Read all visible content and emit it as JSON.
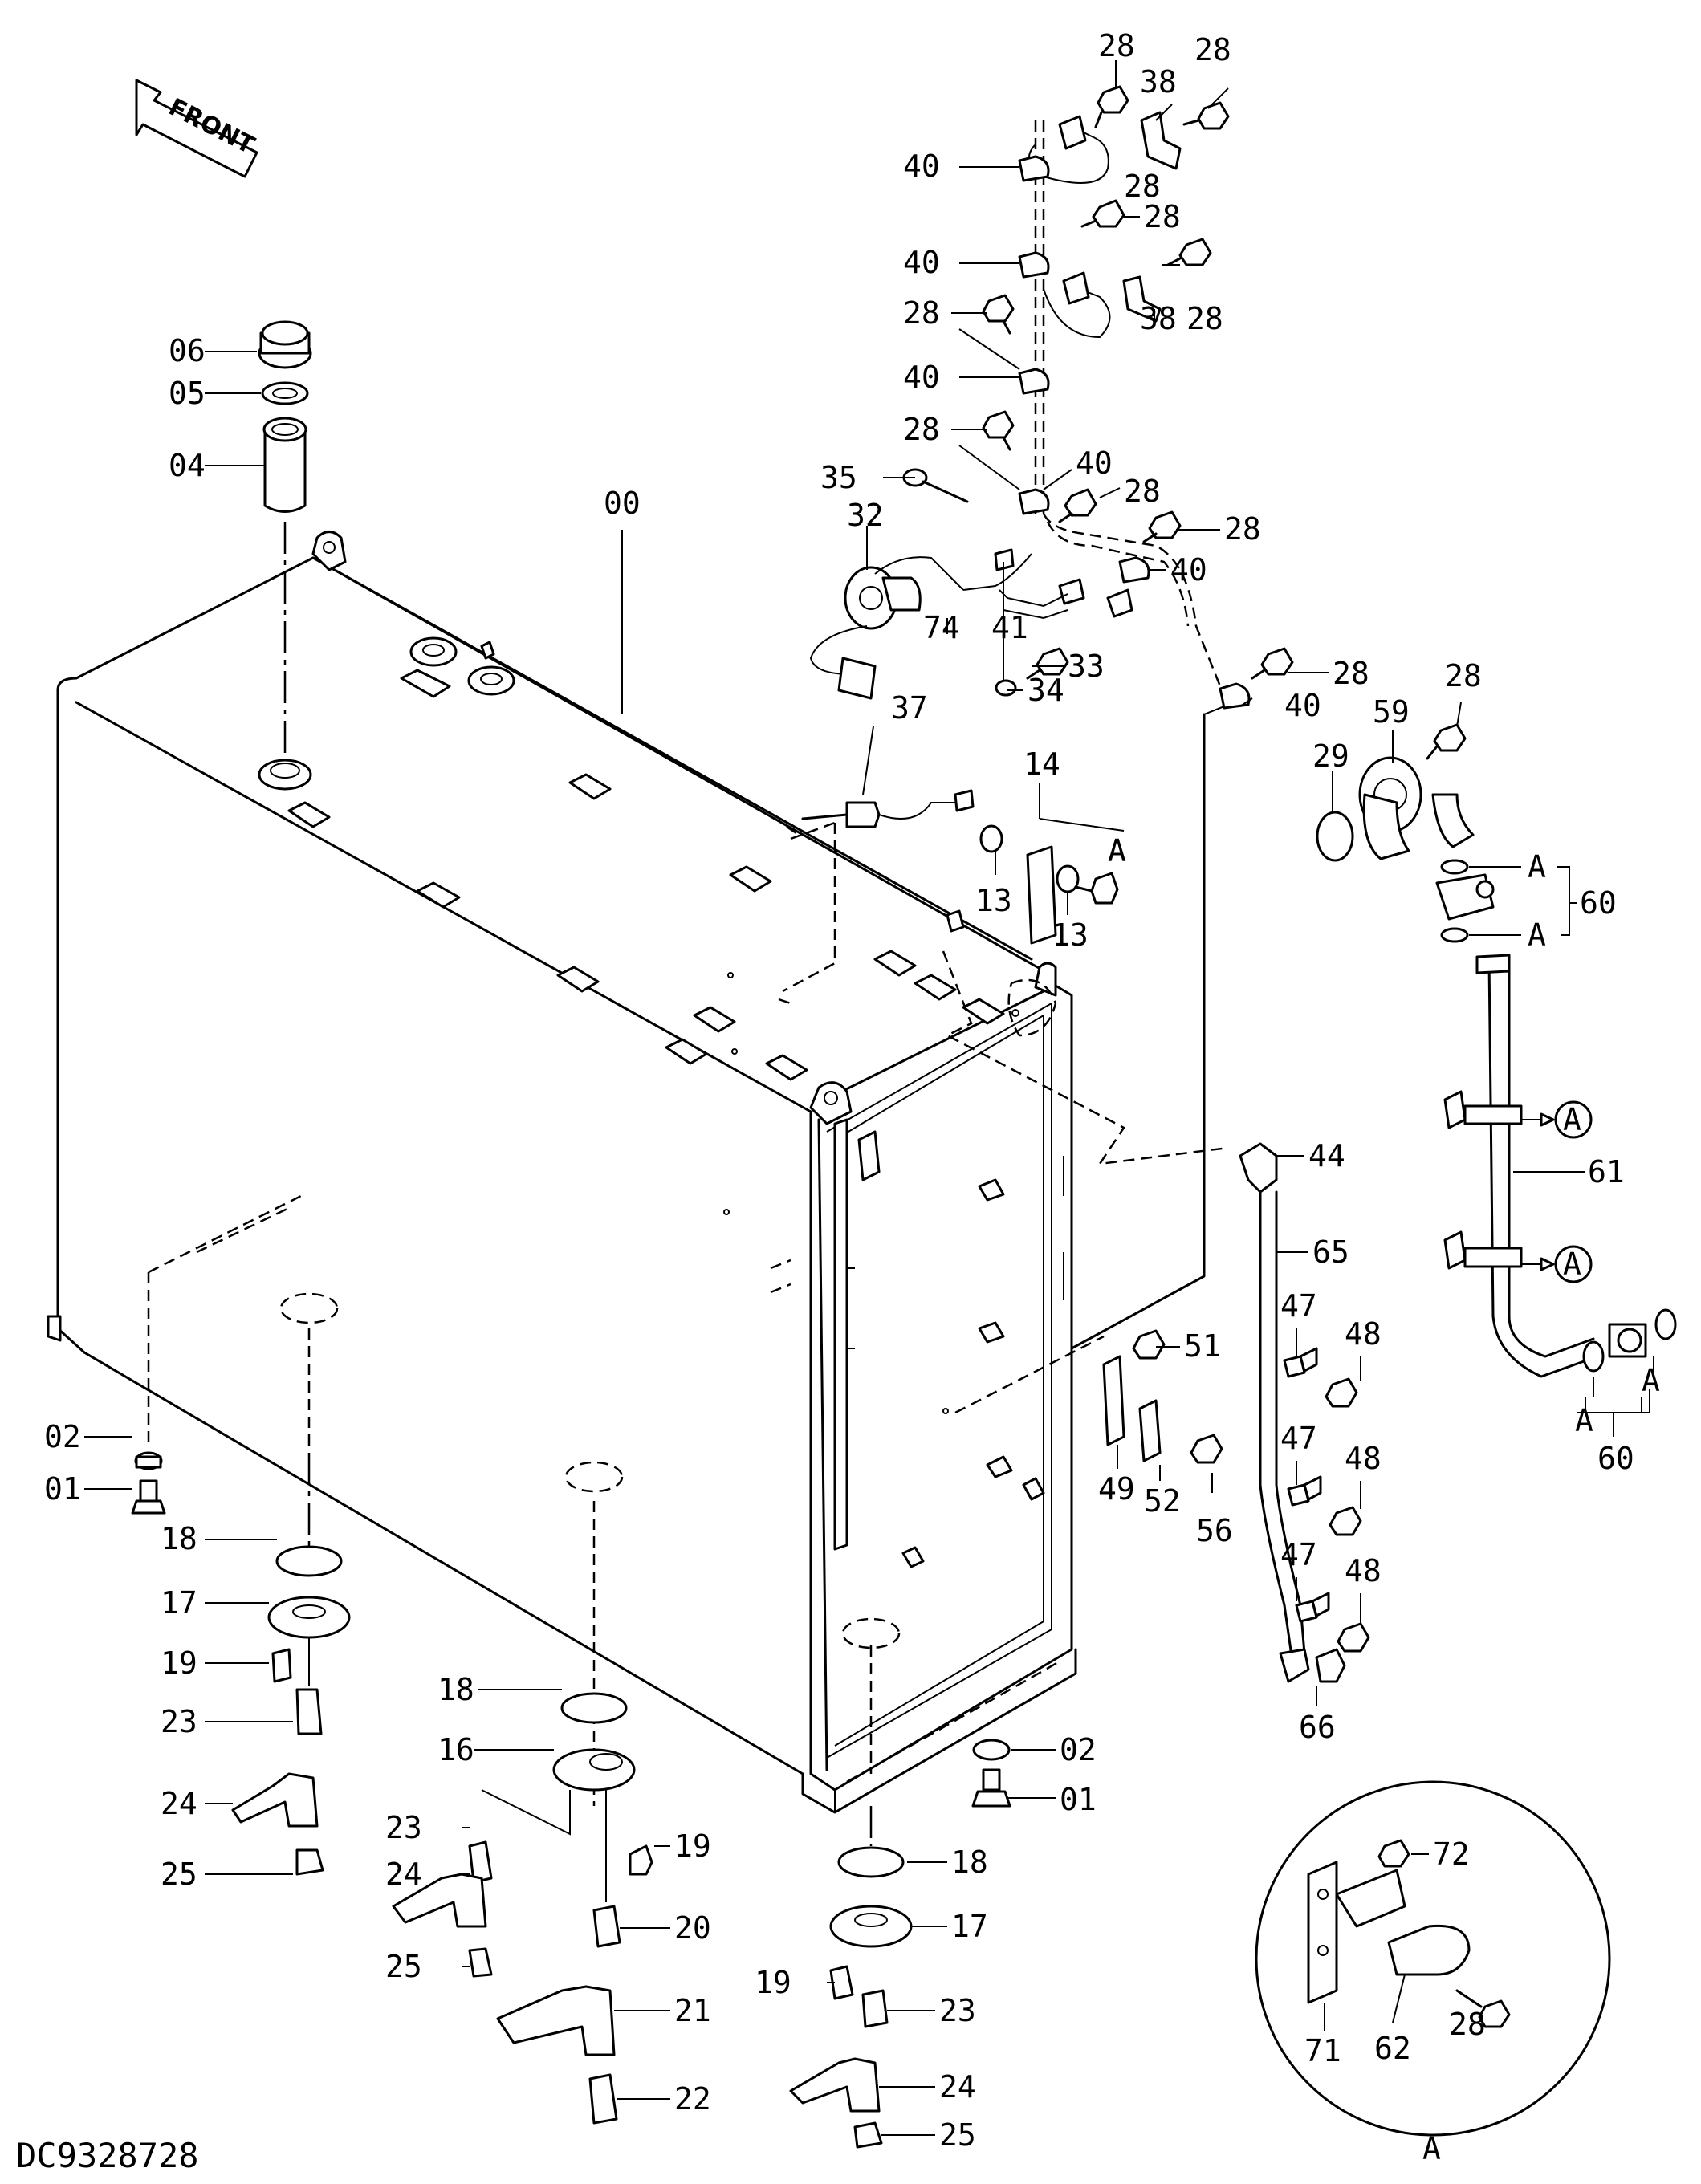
{
  "front_label": "FRONT",
  "drawing_code": "DC9328728",
  "callouts": [
    {
      "id": "c-00",
      "text": "00"
    },
    {
      "id": "c-01a",
      "text": "01"
    },
    {
      "id": "c-01b",
      "text": "01"
    },
    {
      "id": "c-02a",
      "text": "02"
    },
    {
      "id": "c-02b",
      "text": "02"
    },
    {
      "id": "c-04",
      "text": "04"
    },
    {
      "id": "c-05",
      "text": "05"
    },
    {
      "id": "c-06",
      "text": "06"
    },
    {
      "id": "c-13a",
      "text": "13"
    },
    {
      "id": "c-13b",
      "text": "13"
    },
    {
      "id": "c-14",
      "text": "14"
    },
    {
      "id": "c-16",
      "text": "16"
    },
    {
      "id": "c-17a",
      "text": "17"
    },
    {
      "id": "c-17b",
      "text": "17"
    },
    {
      "id": "c-18a",
      "text": "18"
    },
    {
      "id": "c-18b",
      "text": "18"
    },
    {
      "id": "c-18c",
      "text": "18"
    },
    {
      "id": "c-19a",
      "text": "19"
    },
    {
      "id": "c-19b",
      "text": "19"
    },
    {
      "id": "c-19c",
      "text": "19"
    },
    {
      "id": "c-20",
      "text": "20"
    },
    {
      "id": "c-21",
      "text": "21"
    },
    {
      "id": "c-22",
      "text": "22"
    },
    {
      "id": "c-23a",
      "text": "23"
    },
    {
      "id": "c-23b",
      "text": "23"
    },
    {
      "id": "c-23c",
      "text": "23"
    },
    {
      "id": "c-24a",
      "text": "24"
    },
    {
      "id": "c-24b",
      "text": "24"
    },
    {
      "id": "c-24c",
      "text": "24"
    },
    {
      "id": "c-25a",
      "text": "25"
    },
    {
      "id": "c-25b",
      "text": "25"
    },
    {
      "id": "c-25c",
      "text": "25"
    },
    {
      "id": "c-28a",
      "text": "28"
    },
    {
      "id": "c-28b",
      "text": "28"
    },
    {
      "id": "c-28c",
      "text": "28"
    },
    {
      "id": "c-28d",
      "text": "28"
    },
    {
      "id": "c-28e",
      "text": "28"
    },
    {
      "id": "c-28f",
      "text": "28"
    },
    {
      "id": "c-28g",
      "text": "28"
    },
    {
      "id": "c-28h",
      "text": "28"
    },
    {
      "id": "c-28i",
      "text": "28"
    },
    {
      "id": "c-28j",
      "text": "28"
    },
    {
      "id": "c-28k",
      "text": "28"
    },
    {
      "id": "c-28l",
      "text": "28"
    },
    {
      "id": "c-29",
      "text": "29"
    },
    {
      "id": "c-32",
      "text": "32"
    },
    {
      "id": "c-33",
      "text": "33"
    },
    {
      "id": "c-34",
      "text": "34"
    },
    {
      "id": "c-35",
      "text": "35"
    },
    {
      "id": "c-37",
      "text": "37"
    },
    {
      "id": "c-38a",
      "text": "38"
    },
    {
      "id": "c-38b",
      "text": "38"
    },
    {
      "id": "c-40a",
      "text": "40"
    },
    {
      "id": "c-40b",
      "text": "40"
    },
    {
      "id": "c-40c",
      "text": "40"
    },
    {
      "id": "c-40d",
      "text": "40"
    },
    {
      "id": "c-40e",
      "text": "40"
    },
    {
      "id": "c-40f",
      "text": "40"
    },
    {
      "id": "c-41",
      "text": "41"
    },
    {
      "id": "c-44",
      "text": "44"
    },
    {
      "id": "c-47a",
      "text": "47"
    },
    {
      "id": "c-47b",
      "text": "47"
    },
    {
      "id": "c-47c",
      "text": "47"
    },
    {
      "id": "c-48a",
      "text": "48"
    },
    {
      "id": "c-48b",
      "text": "48"
    },
    {
      "id": "c-48c",
      "text": "48"
    },
    {
      "id": "c-49",
      "text": "49"
    },
    {
      "id": "c-51",
      "text": "51"
    },
    {
      "id": "c-52",
      "text": "52"
    },
    {
      "id": "c-56",
      "text": "56"
    },
    {
      "id": "c-59",
      "text": "59"
    },
    {
      "id": "c-60a",
      "text": "60"
    },
    {
      "id": "c-60b",
      "text": "60"
    },
    {
      "id": "c-61",
      "text": "61"
    },
    {
      "id": "c-62",
      "text": "62"
    },
    {
      "id": "c-65",
      "text": "65"
    },
    {
      "id": "c-66",
      "text": "66"
    },
    {
      "id": "c-71",
      "text": "71"
    },
    {
      "id": "c-72",
      "text": "72"
    },
    {
      "id": "c-74",
      "text": "74"
    },
    {
      "id": "c-Aa",
      "text": "A"
    },
    {
      "id": "c-Ab",
      "text": "A"
    },
    {
      "id": "c-Ac",
      "text": "A"
    },
    {
      "id": "c-Ad",
      "text": "A"
    },
    {
      "id": "c-Ae",
      "text": "A"
    },
    {
      "id": "c-Af",
      "text": "A"
    },
    {
      "id": "c-Ag",
      "text": "A"
    },
    {
      "id": "c-Ah",
      "text": "A"
    }
  ]
}
